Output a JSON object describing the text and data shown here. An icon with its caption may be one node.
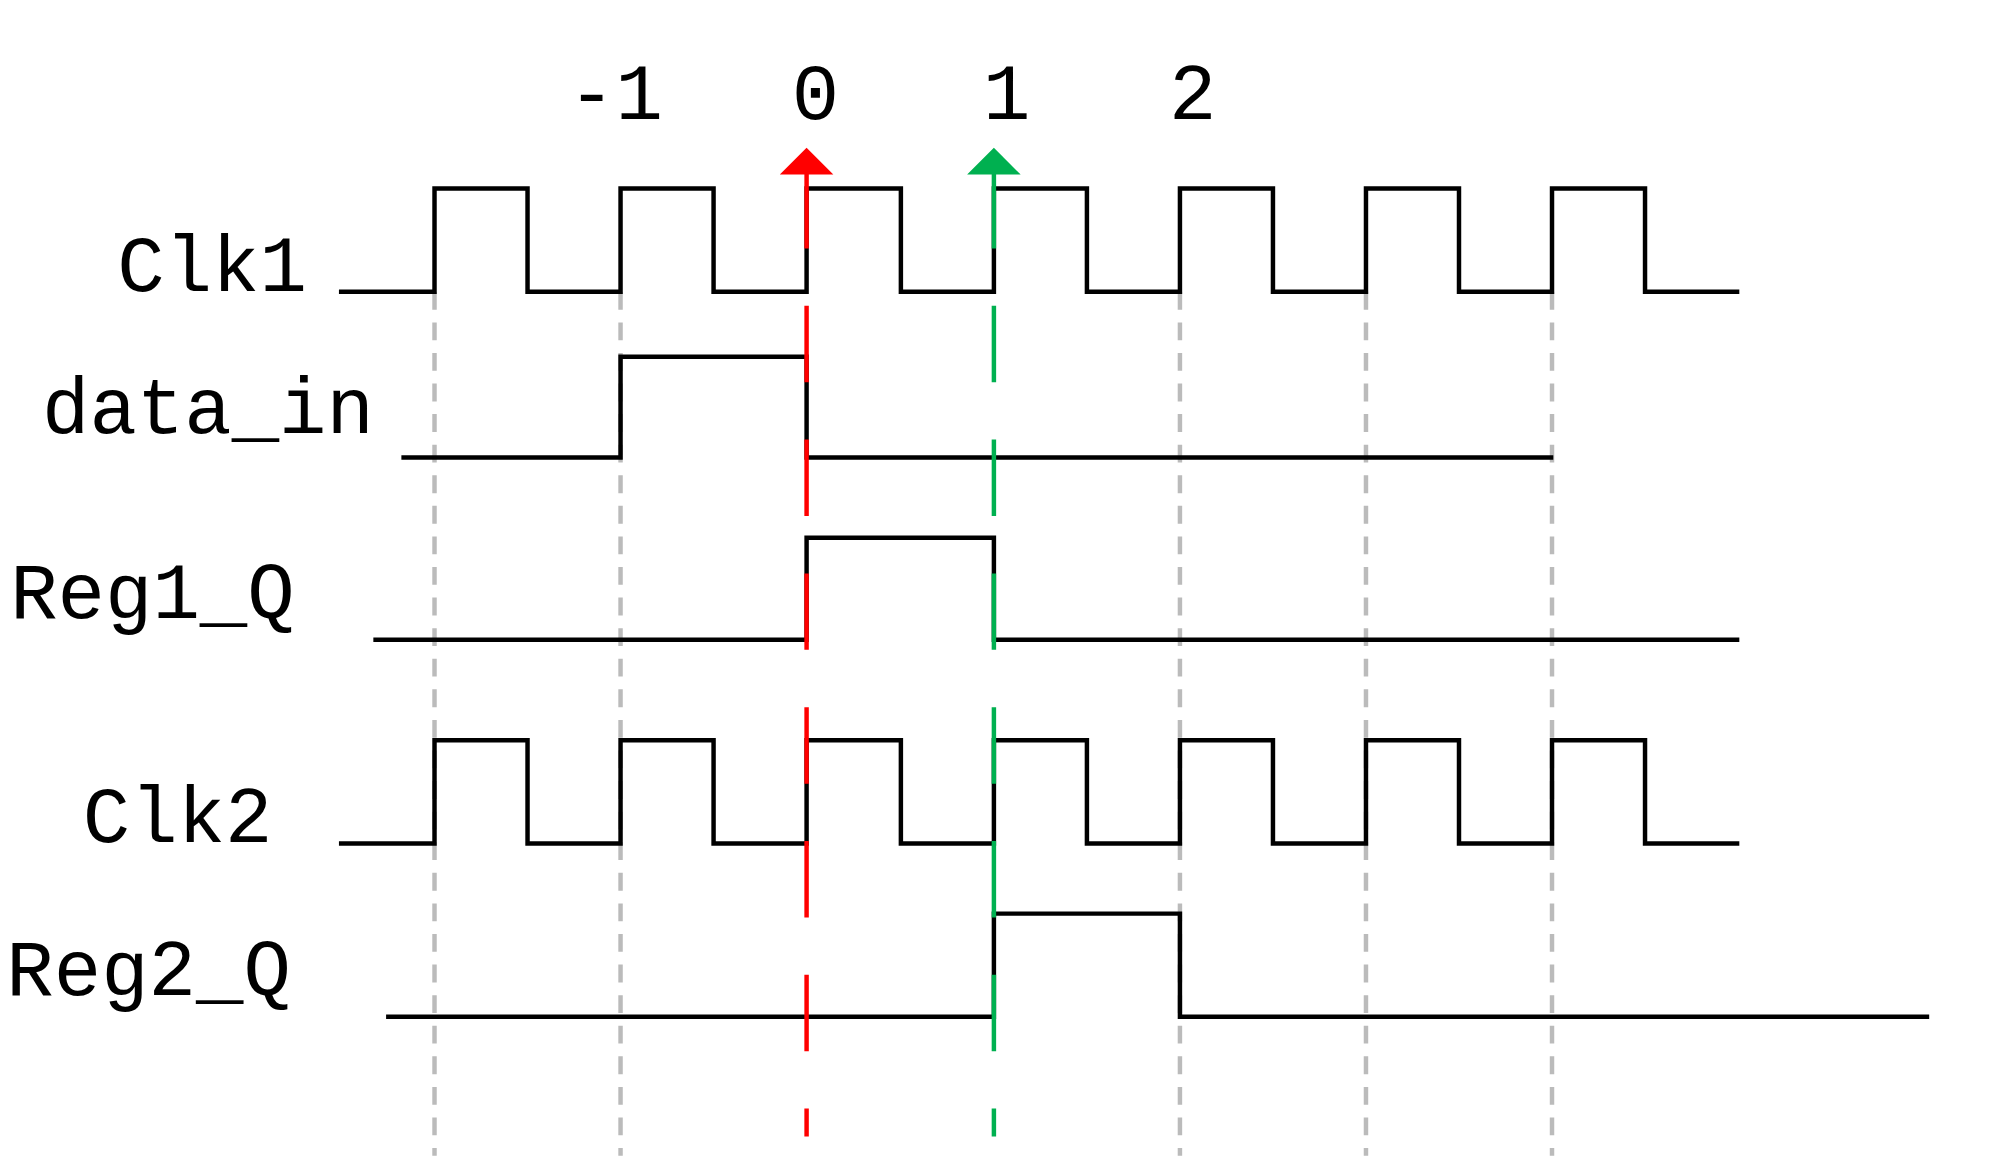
{
  "diagram": {
    "labels": [
      "-1",
      "0",
      "1",
      "2",
      "Clk1",
      "data_in",
      "Reg1_Q",
      "Clk2",
      "Reg2_Q"
    ]
  }
}
